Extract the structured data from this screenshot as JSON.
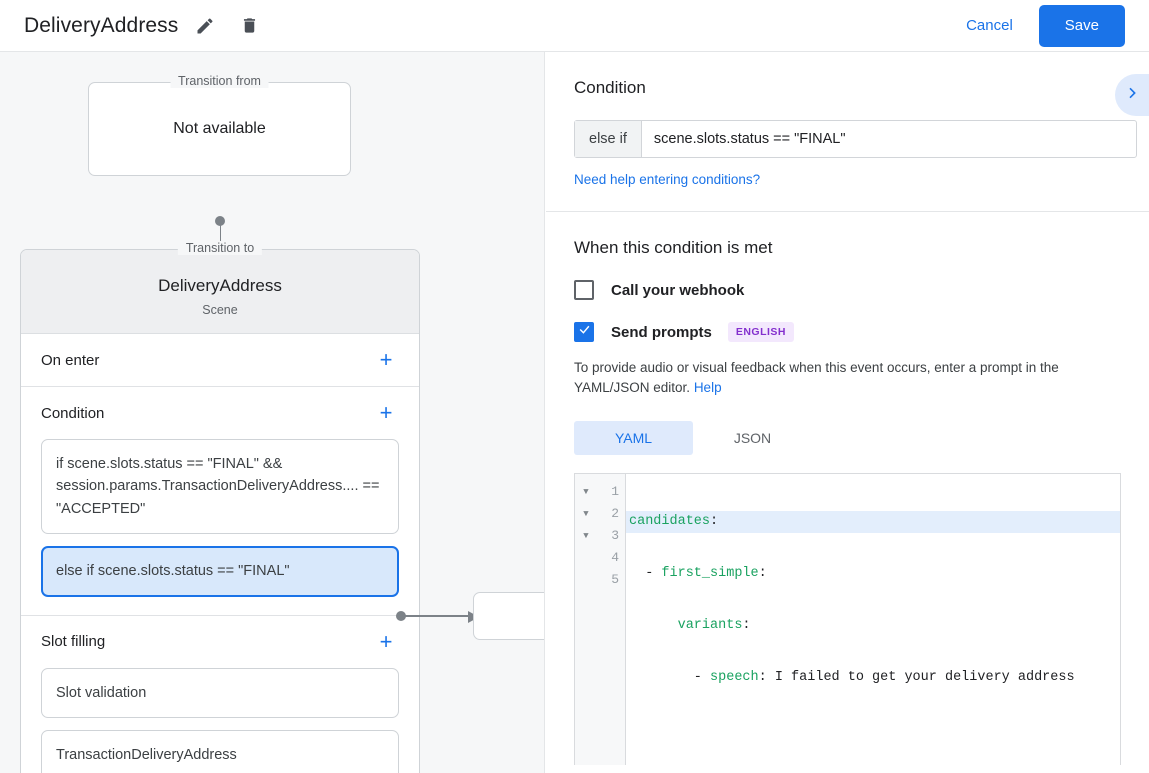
{
  "topbar": {
    "title": "DeliveryAddress",
    "edit_icon": "pencil-icon",
    "delete_icon": "trash-icon",
    "cancel_label": "Cancel",
    "save_label": "Save"
  },
  "canvas": {
    "transition_from": {
      "legend": "Transition from",
      "value": "Not available"
    },
    "transition_to": {
      "legend": "Transition to",
      "title": "DeliveryAddress",
      "subtitle": "Scene"
    },
    "sections": [
      {
        "title": "On enter",
        "add_label": "+",
        "items": []
      },
      {
        "title": "Condition",
        "add_label": "+",
        "items": [
          {
            "text": "if scene.slots.status == \"FINAL\" && session.params.TransactionDeliveryAddress.... == \"ACCEPTED\"",
            "selected": false
          },
          {
            "text": "else if scene.slots.status == \"FINAL\"",
            "selected": true
          }
        ]
      },
      {
        "title": "Slot filling",
        "add_label": "+",
        "items": [
          {
            "text": "Slot validation",
            "selected": false
          },
          {
            "text": "TransactionDeliveryAddress",
            "selected": false
          }
        ]
      }
    ]
  },
  "panel": {
    "condition": {
      "heading": "Condition",
      "prefix": "else if",
      "value": "scene.slots.status == \"FINAL\"",
      "help_link": "Need help entering conditions?",
      "collapse_icon": "chevron-right-icon"
    },
    "when_met": {
      "heading": "When this condition is met",
      "webhook": {
        "label": "Call your webhook",
        "checked": false
      },
      "prompts": {
        "label": "Send prompts",
        "checked": true,
        "badge": "ENGLISH"
      },
      "description": "To provide audio or visual feedback when this event occurs, enter a prompt in the YAML/JSON editor.",
      "description_link": "Help",
      "tabs": [
        {
          "label": "YAML",
          "active": true
        },
        {
          "label": "JSON",
          "active": false
        }
      ],
      "editor": {
        "lines": [
          {
            "num": "1",
            "fold": true,
            "active": true,
            "indent": "",
            "key": "candidates",
            "colon": ":",
            "value": ""
          },
          {
            "num": "2",
            "fold": true,
            "active": false,
            "indent": "  - ",
            "key": "first_simple",
            "colon": ":",
            "value": ""
          },
          {
            "num": "3",
            "fold": true,
            "active": false,
            "indent": "      ",
            "key": "variants",
            "colon": ":",
            "value": ""
          },
          {
            "num": "4",
            "fold": false,
            "active": false,
            "indent": "        - ",
            "key": "speech",
            "colon": ":",
            "value": " I failed to get your delivery address"
          },
          {
            "num": "5",
            "fold": false,
            "active": false,
            "indent": "",
            "key": "",
            "colon": "",
            "value": ""
          }
        ]
      }
    }
  },
  "colors": {
    "accent": "#1a73e8",
    "accent_light": "#dfeafc",
    "selected_chip_bg": "#d8e8fb",
    "badge_bg": "#f3e8fd",
    "badge_fg": "#8430ce",
    "yaml_key": "#1aa260",
    "canvas_bg": "#f6f7f8"
  }
}
